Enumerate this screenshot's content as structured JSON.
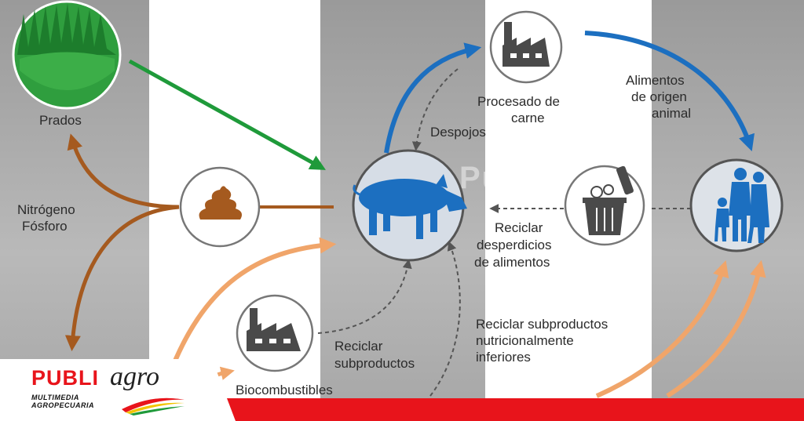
{
  "labels": {
    "prados": "Prados",
    "nitrogeno": "Nitrógeno",
    "fosforo": "Fósforo",
    "despojos": "Despojos",
    "procesado_line1": "Procesado de",
    "procesado_line2": "carne",
    "alimentos_line1": "Alimentos",
    "alimentos_line2": "de origen",
    "alimentos_line3": "animal",
    "reciclar_desp_line1": "Reciclar",
    "reciclar_desp_line2": "desperdicios",
    "reciclar_desp_line3": "de alimentos",
    "reciclar_sub_line1": "Reciclar",
    "reciclar_sub_line2": "subproductos",
    "reciclar_inf_line1": "Reciclar subproductos",
    "reciclar_inf_line2": "nutricionalmente",
    "reciclar_inf_line3": "inferiores",
    "biocombustibles": "Biocombustibles"
  },
  "watermark": "Publiagro",
  "logo": {
    "publi": "PUBLI",
    "agro": "agro",
    "sub_line1": "MULTIMEDIA",
    "sub_line2": "AGROPECUARIA"
  },
  "colors": {
    "green_arrow": "#1f9a3a",
    "blue_arrow": "#1c6fc0",
    "brown_arrow": "#a55a1f",
    "peach_arrow": "#f0a56a",
    "icon_dark": "#4a4a4a",
    "accent_red": "#e8141b"
  }
}
